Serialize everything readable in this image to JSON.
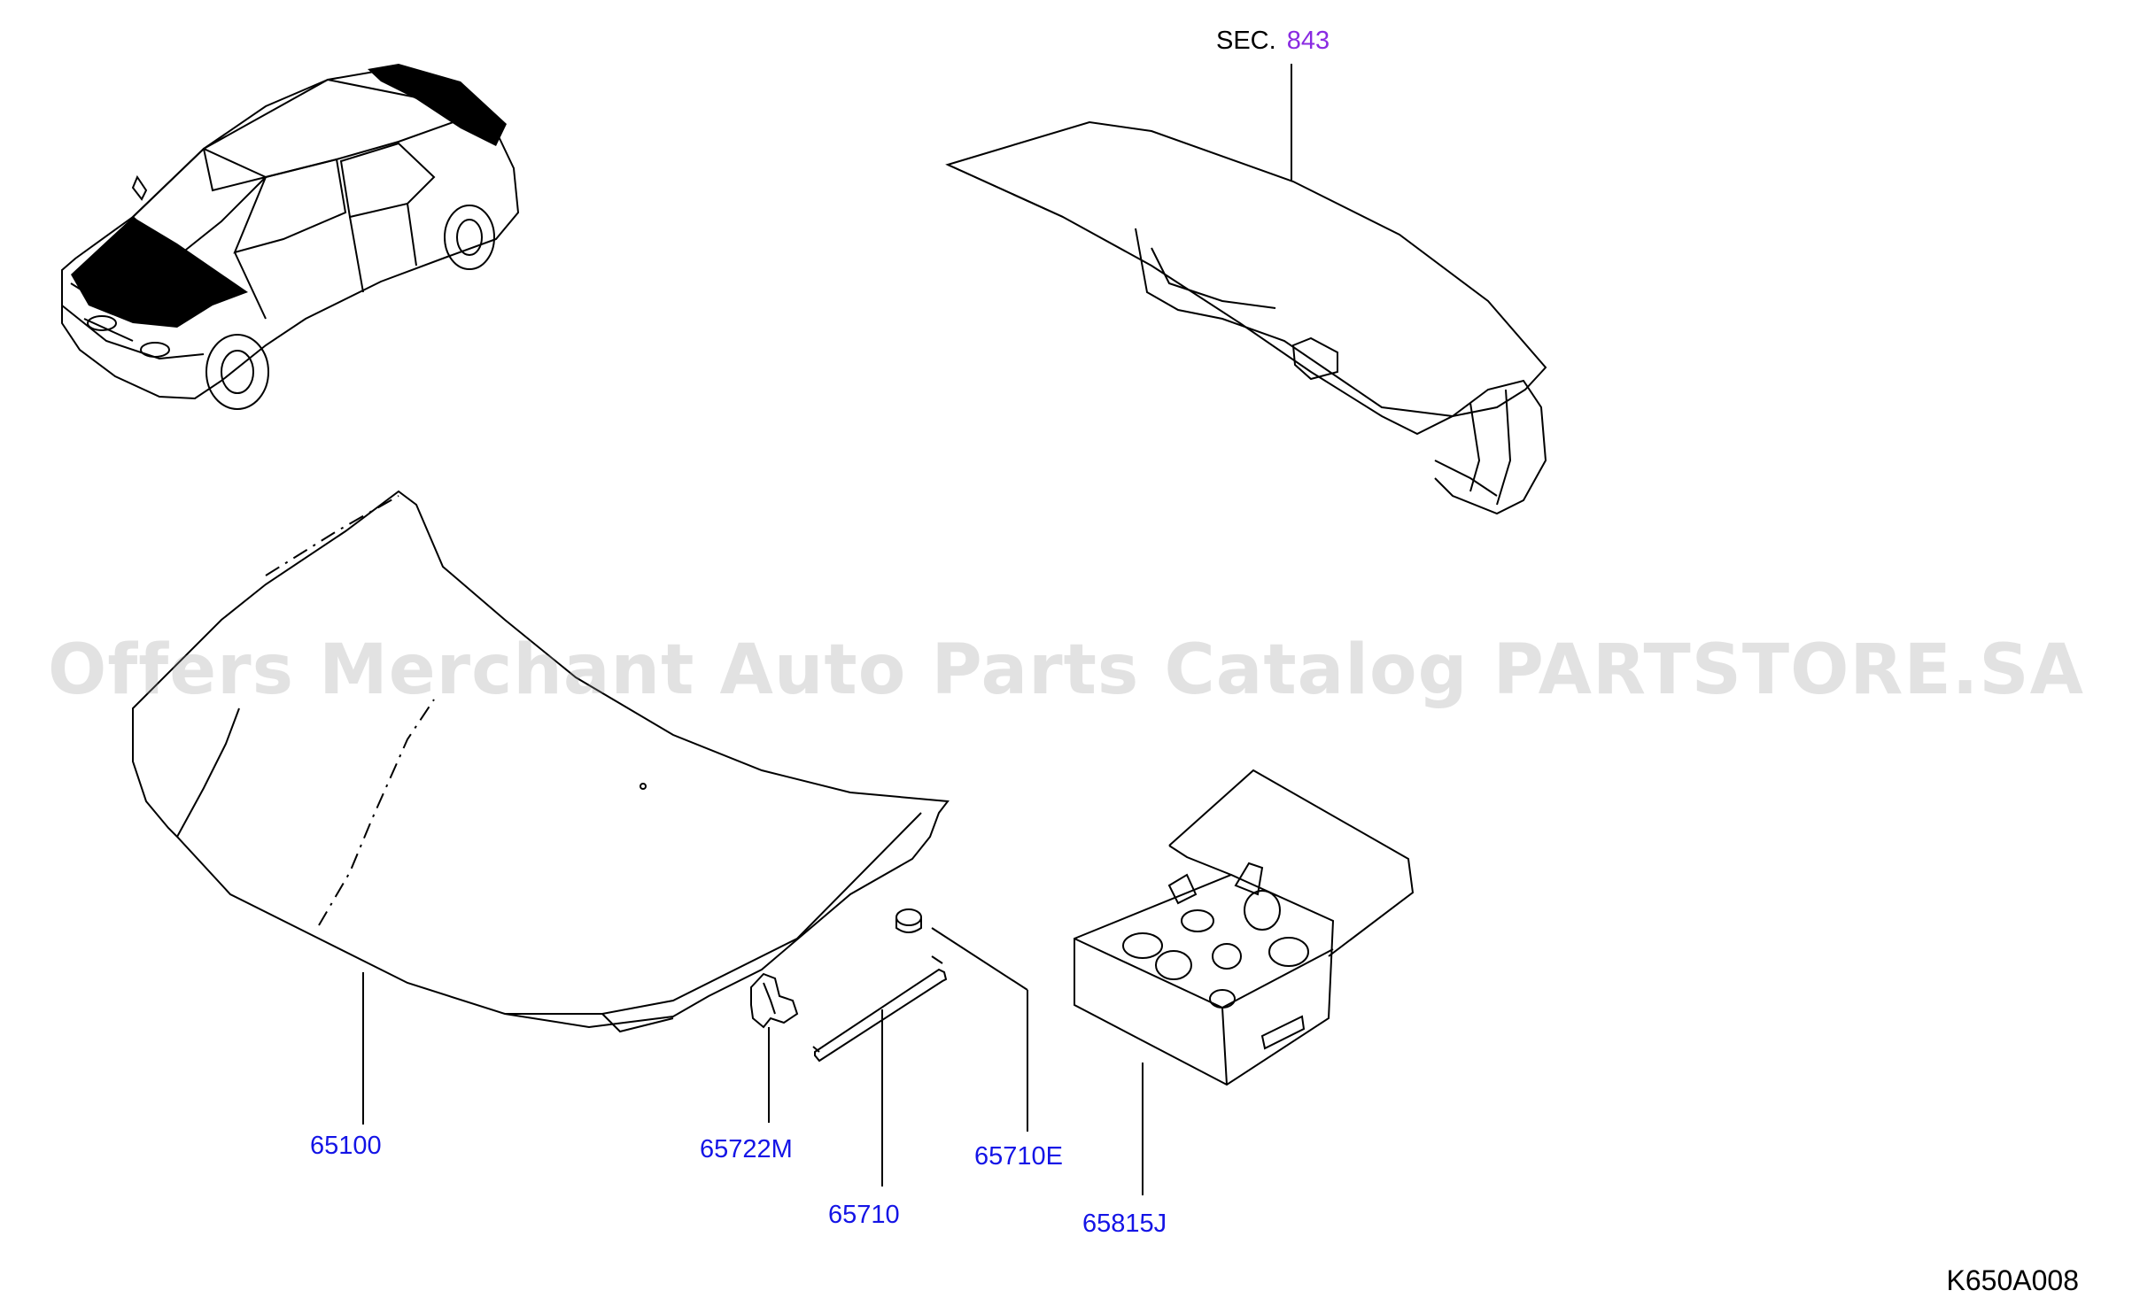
{
  "section_reference": {
    "prefix": "SEC.",
    "number": "843"
  },
  "callouts": [
    {
      "id": "hood",
      "label": "65100"
    },
    {
      "id": "hood-rod-clip",
      "label": "65722M"
    },
    {
      "id": "hood-rod",
      "label": "65710"
    },
    {
      "id": "hood-rod-grommet",
      "label": "65710E"
    },
    {
      "id": "hood-clip-kit",
      "label": "65815J"
    }
  ],
  "watermark": "Offers Merchant Auto Parts Catalog PARTSTORE.SA",
  "diagram_code": "K650A008",
  "colors": {
    "callout": "#1414e6",
    "section_link": "#8a2be2",
    "line": "#000000"
  }
}
